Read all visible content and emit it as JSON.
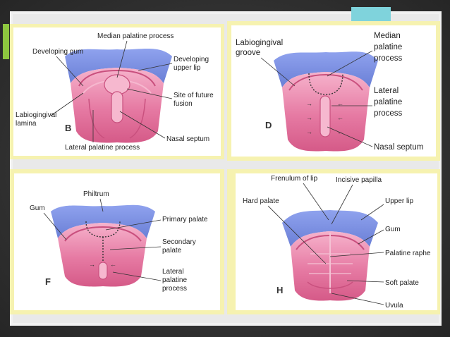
{
  "panels": {
    "B": {
      "letter": "B",
      "labels": {
        "median_palatine_process": "Median palatine process",
        "developing_gum": "Developing gum",
        "developing_upper_lip_1": "Developing",
        "developing_upper_lip_2": "upper lip",
        "site_future_fusion_1": "Site of future",
        "site_future_fusion_2": "fusion",
        "labiogingival_lamina_1": "Labiogingival",
        "labiogingival_lamina_2": "lamina",
        "nasal_septum": "Nasal septum",
        "lateral_palatine_process": "Lateral palatine process"
      }
    },
    "D": {
      "letter": "D",
      "labels": {
        "labiogingival_groove_1": "Labiogingival",
        "labiogingival_groove_2": "groove",
        "median_1": "Median",
        "median_2": "palatine",
        "median_3": "process",
        "lateral_1": "Lateral",
        "lateral_2": "palatine",
        "lateral_3": "process",
        "nasal_septum": "Nasal septum"
      }
    },
    "F": {
      "letter": "F",
      "labels": {
        "philtrum": "Philtrum",
        "gum": "Gum",
        "primary_palate": "Primary palate",
        "secondary_palate_1": "Secondary",
        "secondary_palate_2": "palate",
        "lateral_1": "Lateral",
        "lateral_2": "palatine",
        "lateral_3": "process"
      }
    },
    "H": {
      "letter": "H",
      "labels": {
        "frenulum_of_lip": "Frenulum of lip",
        "incisive_papilla": "Incisive papilla",
        "hard_palate": "Hard palate",
        "upper_lip": "Upper lip",
        "gum": "Gum",
        "palatine_raphe": "Palatine raphe",
        "soft_palate": "Soft palate",
        "uvula": "Uvula"
      }
    }
  },
  "colors": {
    "lip_blue": "#7b8fe0",
    "palate_pink": "#e0709a",
    "pink_light": "#f2a7c2",
    "accent_green": "#8dc63f",
    "accent_cyan": "#7fd3dc",
    "frame_yellow": "#f4f0a8"
  }
}
